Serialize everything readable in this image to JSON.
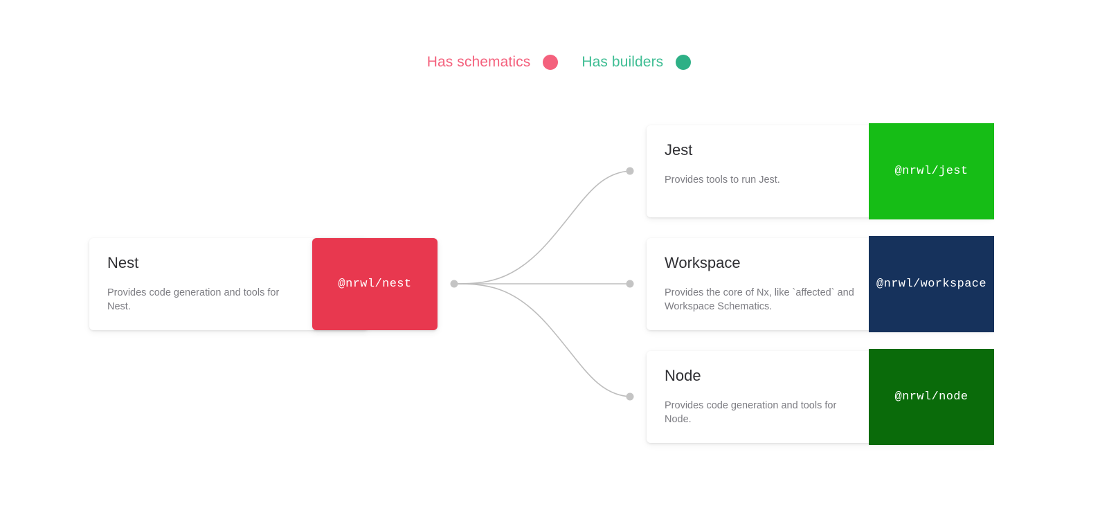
{
  "legend": {
    "items": [
      {
        "label": "Has schematics",
        "color": "#f4617d",
        "icon": "circle-dot-icon"
      },
      {
        "label": "Has builders",
        "color": "#2eb086",
        "icon": "circle-dot-icon"
      }
    ]
  },
  "source_node": {
    "title": "Nest",
    "description": "Provides code generation and tools for Nest.",
    "package": "@nrwl/nest",
    "panel_color": "#e8384f",
    "has_schematics": true,
    "has_builders": false
  },
  "target_nodes": [
    {
      "title": "Jest",
      "description": "Provides tools to run Jest.",
      "package": "@nrwl/jest",
      "panel_color": "#16bd16",
      "has_schematics": true,
      "has_builders": true
    },
    {
      "title": "Workspace",
      "description": "Provides the core of Nx, like `affected` and Workspace Schematics.",
      "package": "@nrwl/workspace",
      "panel_color": "#16325c",
      "has_schematics": true,
      "has_builders": true
    },
    {
      "title": "Node",
      "description": "Provides code generation and tools for Node.",
      "package": "@nrwl/node",
      "panel_color": "#0a6b0a",
      "has_schematics": true,
      "has_builders": true
    }
  ],
  "edges": {
    "stroke_color": "#bdbdbd",
    "endpoint_color": "#c4c4c4",
    "connections": [
      {
        "from": "Nest",
        "to": "Jest"
      },
      {
        "from": "Nest",
        "to": "Workspace"
      },
      {
        "from": "Nest",
        "to": "Node"
      }
    ]
  }
}
